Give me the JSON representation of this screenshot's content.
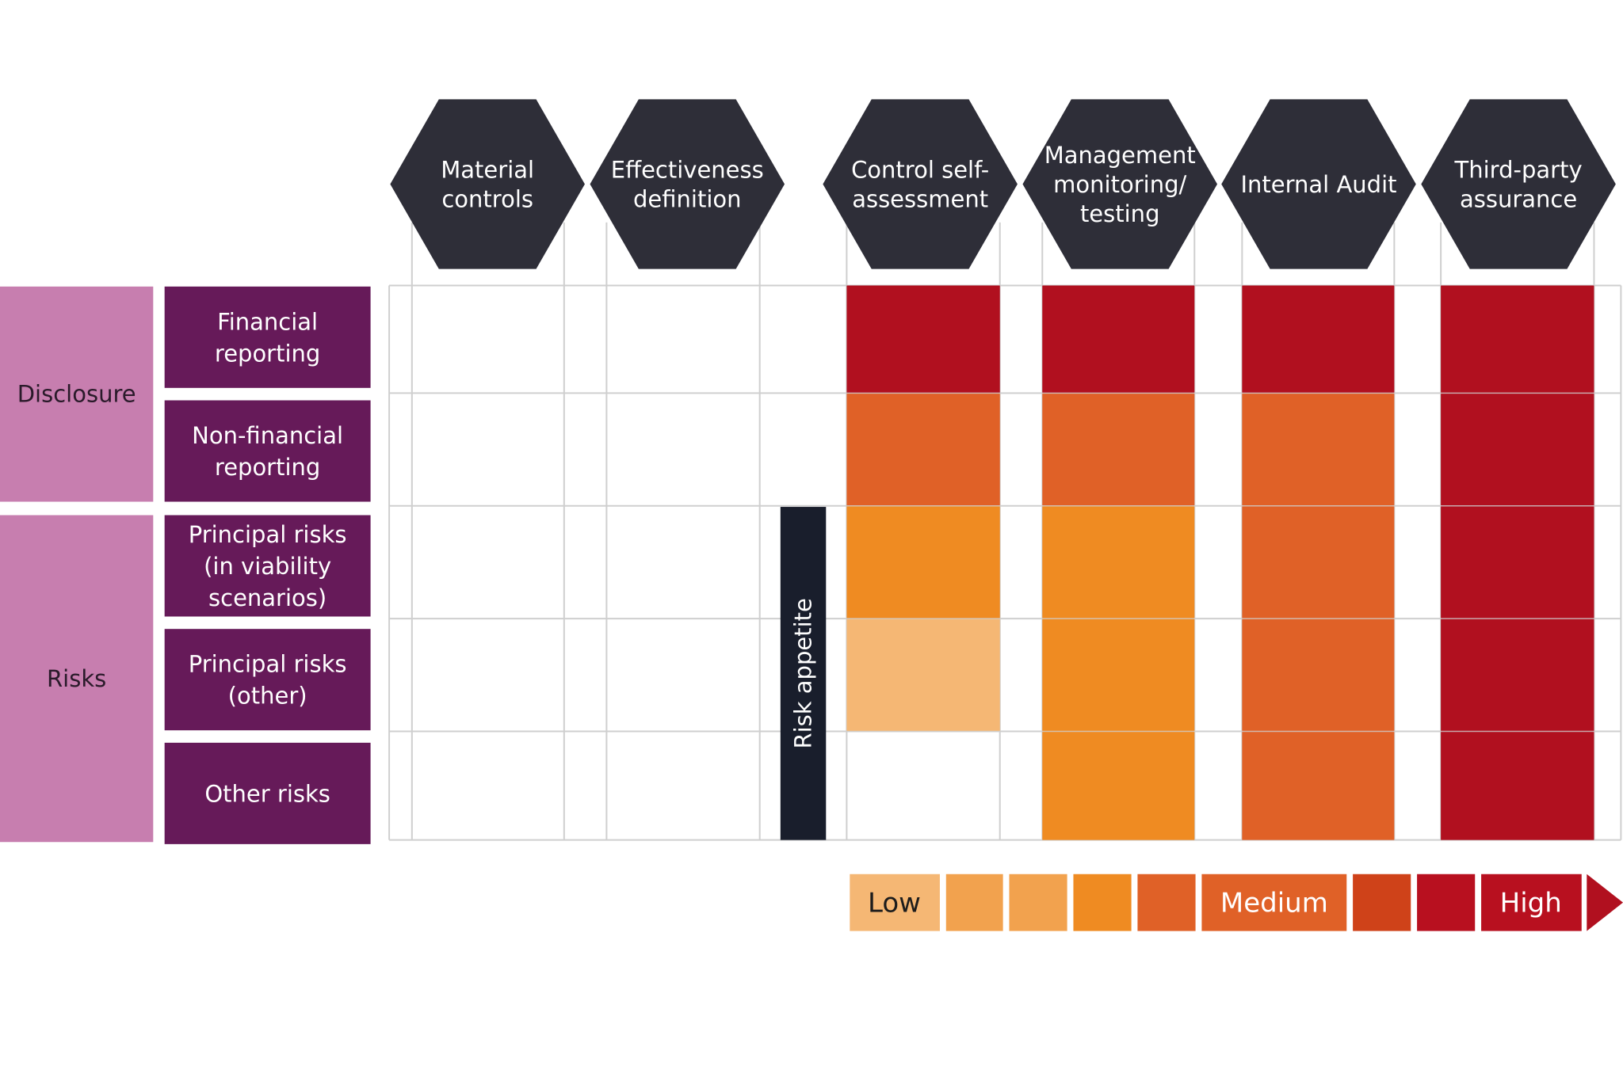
{
  "columns": [
    {
      "label_lines": [
        "Material",
        "controls"
      ]
    },
    {
      "label_lines": [
        "Effectiveness",
        "definition"
      ]
    },
    {
      "label_lines": [
        "Control self-",
        "assessment"
      ]
    },
    {
      "label_lines": [
        "Management",
        "monitoring/",
        "testing"
      ]
    },
    {
      "label_lines": [
        "Internal Audit"
      ]
    },
    {
      "label_lines": [
        "Third-party",
        "assurance"
      ]
    }
  ],
  "groups": [
    {
      "label": "Disclosure"
    },
    {
      "label": "Risks"
    }
  ],
  "rows": [
    {
      "label_lines": [
        "Financial",
        "reporting"
      ]
    },
    {
      "label_lines": [
        "Non-financial",
        "reporting"
      ]
    },
    {
      "label_lines": [
        "Principal risks",
        "(in viability",
        "scenarios)"
      ]
    },
    {
      "label_lines": [
        "Principal risks",
        "(other)"
      ]
    },
    {
      "label_lines": [
        "Other risks"
      ]
    }
  ],
  "risk_appetite_label": "Risk appetite",
  "assurance_levels": {
    "Control self-assessment": [
      "high",
      "medium",
      "low-medium",
      "low",
      "none"
    ],
    "Management monitoring/testing": [
      "high",
      "medium",
      "low-medium",
      "low-medium",
      "low-medium"
    ],
    "Internal Audit": [
      "high",
      "medium",
      "medium",
      "medium",
      "medium"
    ],
    "Third-party assurance": [
      "high",
      "high",
      "high",
      "high",
      "high"
    ]
  },
  "legend": {
    "low_label": "Low",
    "medium_label": "Medium",
    "high_label": "High"
  },
  "colors": {
    "hexagon": "#2e2e38",
    "group_box": "#c77eaf",
    "row_box": "#661a59",
    "risk_appetite_bar": "#191e2c",
    "grid_line": "#cfcfcf",
    "high": "#b1101f",
    "medium": "#e06127",
    "low_medium": "#ef8b22",
    "low": "#f5b774",
    "legend_scale": [
      "#f5b774",
      "#f2a24e",
      "#f2a24e",
      "#ef8b22",
      "#e06127",
      "#e06127",
      "#cf4219",
      "#b8101f",
      "#b8101f"
    ]
  }
}
